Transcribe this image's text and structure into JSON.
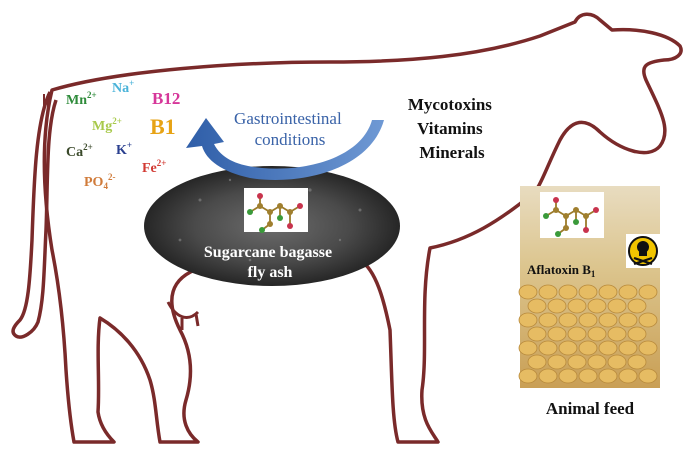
{
  "ions": [
    {
      "base": "Mn",
      "sup": "2+",
      "sub": "",
      "color": "#2e8b3a"
    },
    {
      "base": "Na",
      "sup": "+",
      "sub": "",
      "color": "#4ab3d9"
    },
    {
      "base": "Mg",
      "sup": "2+",
      "sub": "",
      "color": "#a8c94b"
    },
    {
      "base": "Ca",
      "sup": "2+",
      "sub": "",
      "color": "#3b4a2b"
    },
    {
      "base": "K",
      "sup": "+",
      "sub": "",
      "color": "#2a3f8f"
    },
    {
      "base": "Fe",
      "sup": "2+",
      "sub": "",
      "color": "#d23a33"
    },
    {
      "base": "PO",
      "sup": "2-",
      "sub": "4",
      "color": "#d07b3a"
    }
  ],
  "vitamins": [
    {
      "label": "B12",
      "color": "#d6379a"
    },
    {
      "label": "B1",
      "color": "#e7a315"
    }
  ],
  "process_label": [
    "Gastrointestinal",
    "conditions"
  ],
  "process_label_color": "#3a63a8",
  "arrow_color": "#3e6fb5",
  "outline_color": "#7a2a2a",
  "right_list": [
    "Mycotoxins",
    "Vitamins",
    "Minerals"
  ],
  "ash_label": [
    "Sugarcane bagasse",
    "fly ash"
  ],
  "aflatoxin": {
    "base": "Aflatoxin B",
    "sub": "1"
  },
  "feed_label": "Animal feed",
  "hazard_icon": "skull-crossbones-icon",
  "molecule_icon": "aflatoxin-molecule-icon"
}
